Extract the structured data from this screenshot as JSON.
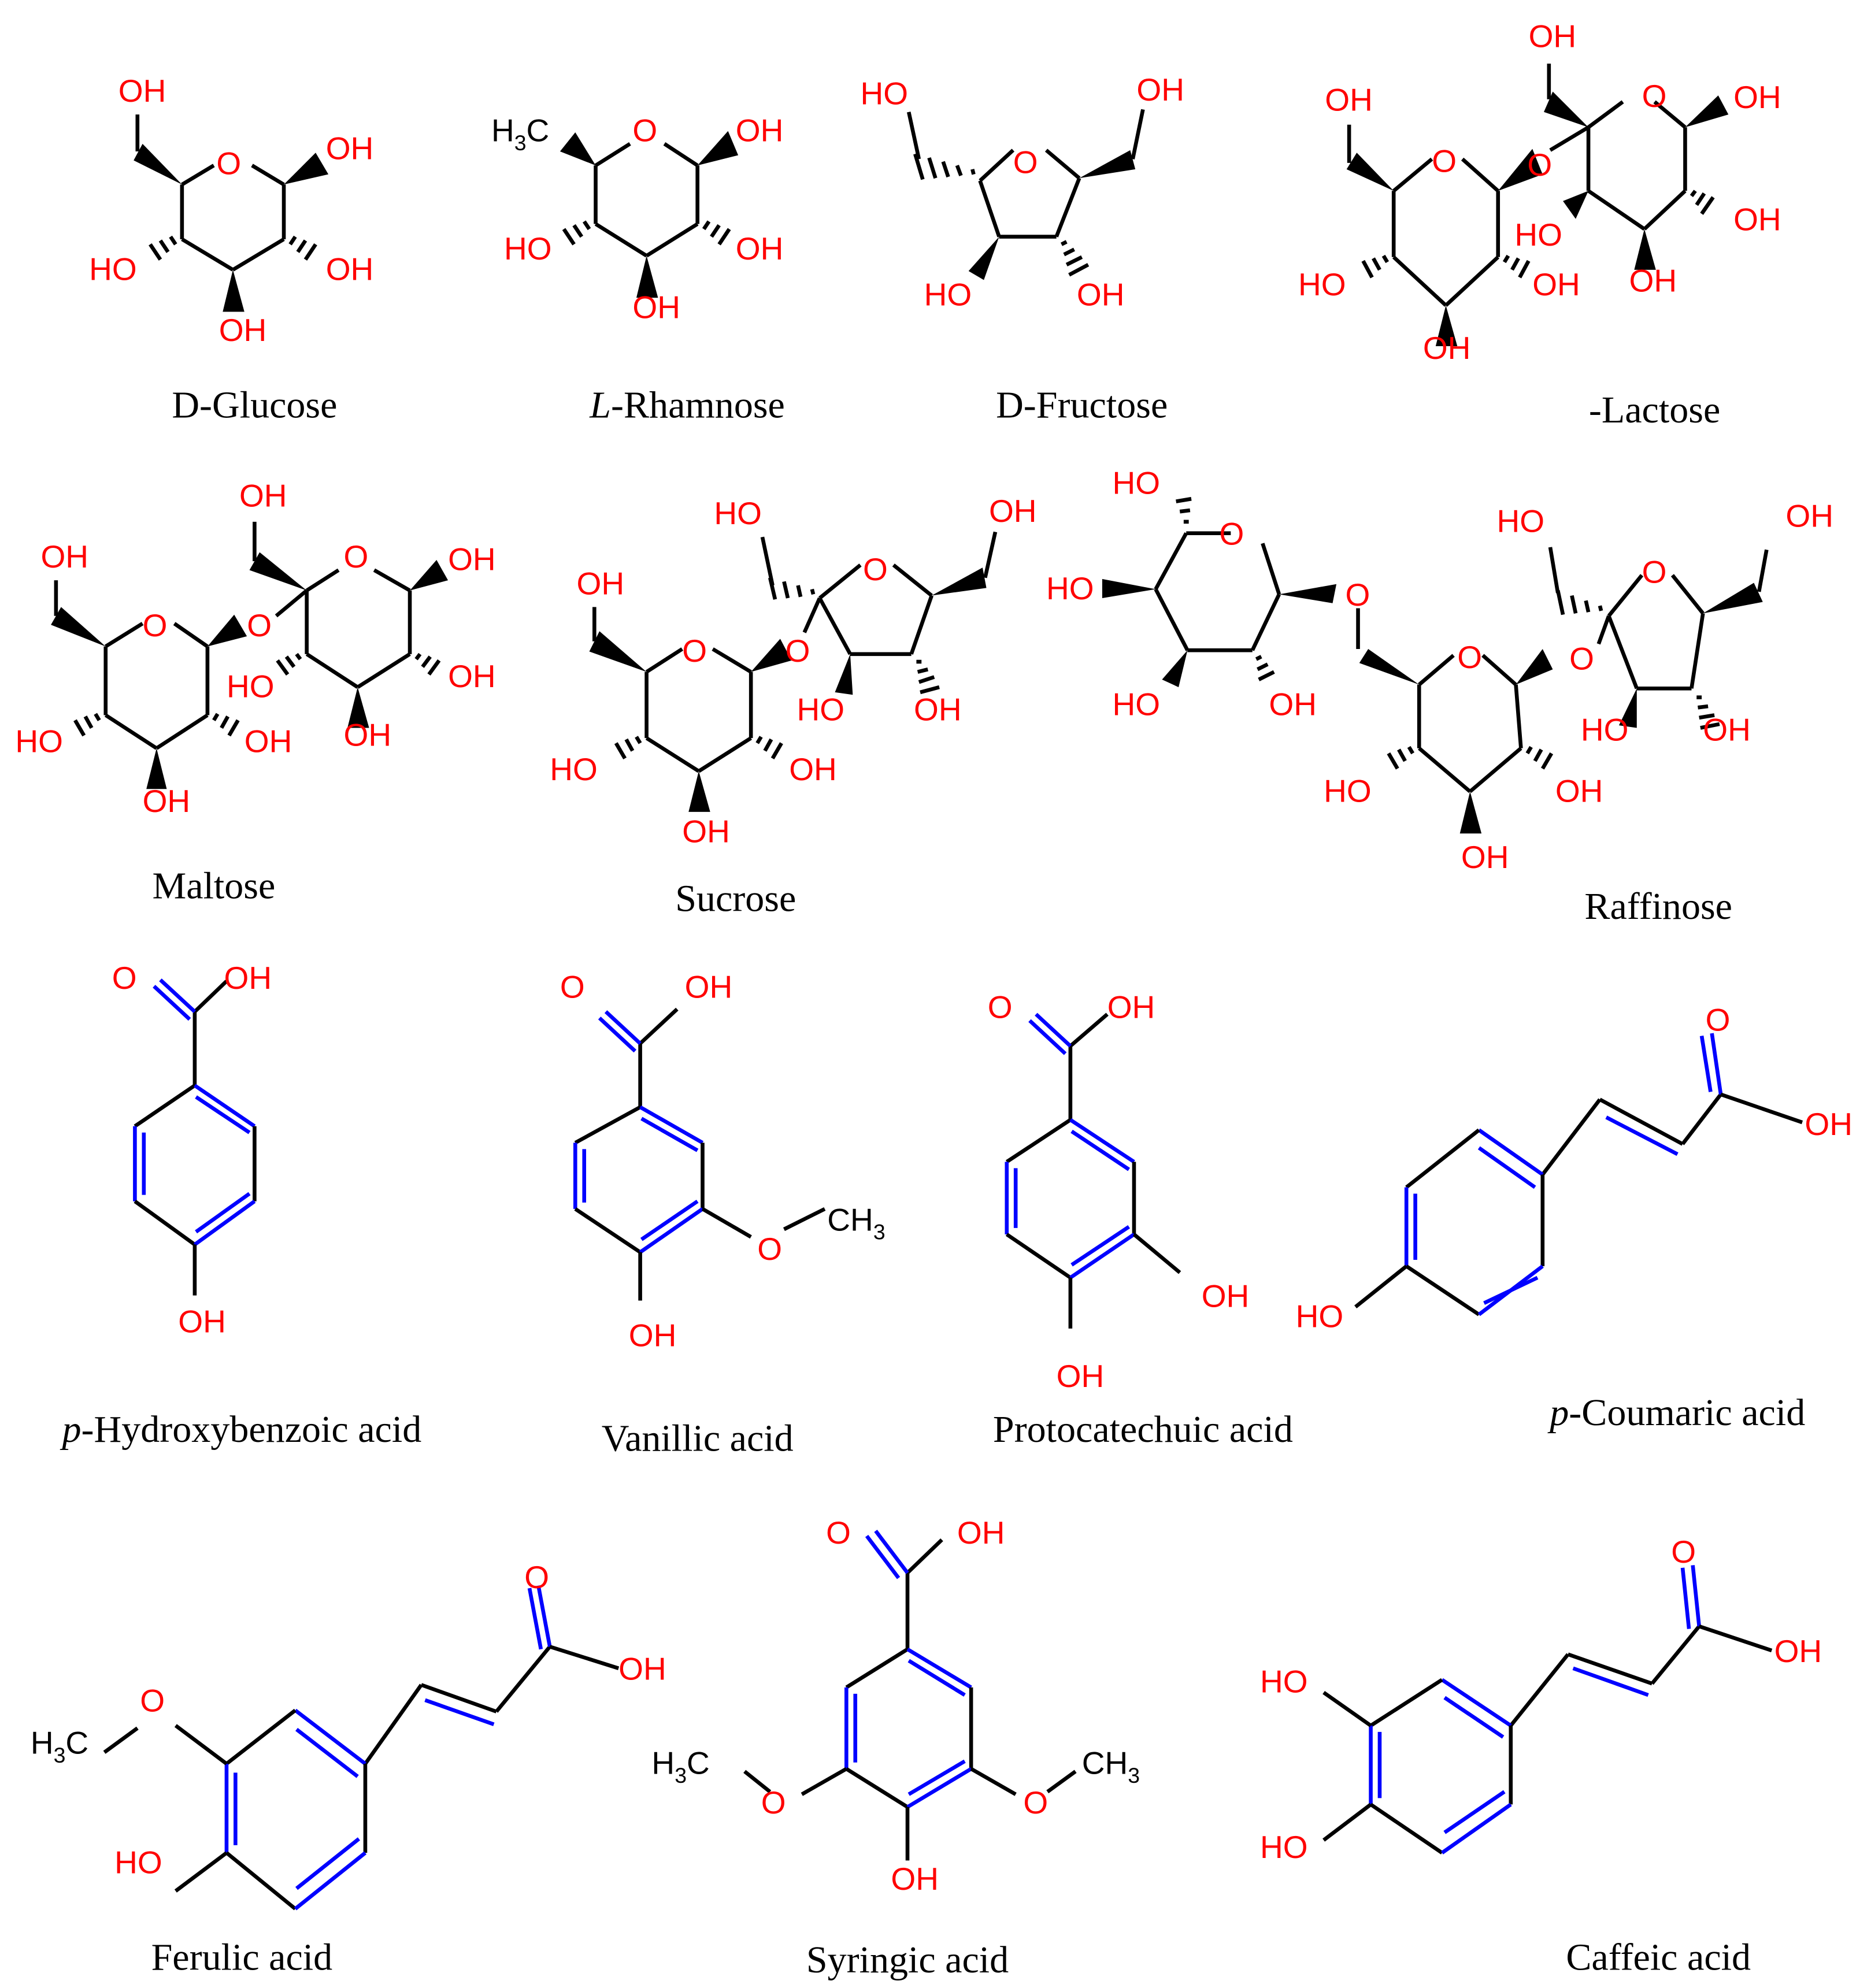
{
  "figure": {
    "colors": {
      "heteroatom": "#ff0000",
      "carbon_bond": "#000000",
      "double_bond": "#0000ff",
      "label": "#000000",
      "background": "#ffffff"
    },
    "compounds": [
      {
        "id": "d-glucose",
        "name": "D-Glucose",
        "class": "sugar",
        "row": 1
      },
      {
        "id": "l-rhamnose",
        "prefix": "L",
        "name_rest": "-Rhamnose",
        "name": "L-Rhamnose",
        "class": "sugar",
        "row": 1
      },
      {
        "id": "d-fructose",
        "name": "D-Fructose",
        "class": "sugar",
        "row": 1
      },
      {
        "id": "lactose",
        "name": "-Lactose",
        "class": "sugar",
        "row": 1
      },
      {
        "id": "maltose",
        "name": "Maltose",
        "class": "sugar",
        "row": 2
      },
      {
        "id": "sucrose",
        "name": "Sucrose",
        "class": "sugar",
        "row": 2
      },
      {
        "id": "raffinose",
        "name": "Raffinose",
        "class": "sugar",
        "row": 2
      },
      {
        "id": "p-hydroxybenzoic-acid",
        "prefix": "p",
        "name_rest": "-Hydroxybenzoic acid",
        "name": "p-Hydroxybenzoic acid",
        "class": "phenolic acid",
        "row": 3
      },
      {
        "id": "vanillic-acid",
        "name": "Vanillic acid",
        "class": "phenolic acid",
        "row": 3
      },
      {
        "id": "protocatechuic-acid",
        "name": "Protocatechuic acid",
        "class": "phenolic acid",
        "row": 3
      },
      {
        "id": "p-coumaric-acid",
        "prefix": "p",
        "name_rest": "-Coumaric acid",
        "name": "p-Coumaric acid",
        "class": "phenolic acid",
        "row": 3
      },
      {
        "id": "ferulic-acid",
        "name": "Ferulic acid",
        "class": "phenolic acid",
        "row": 4
      },
      {
        "id": "syringic-acid",
        "name": "Syringic acid",
        "class": "phenolic acid",
        "row": 4
      },
      {
        "id": "caffeic-acid",
        "name": "Caffeic acid",
        "class": "phenolic acid",
        "row": 4
      }
    ],
    "atom_labels": {
      "OH": "OH",
      "HO": "HO",
      "O": "O",
      "H3C_H": "H",
      "H3C_3": "3",
      "H3C_C": "C",
      "CH3_CH": "CH",
      "CH3_3": "3"
    }
  }
}
